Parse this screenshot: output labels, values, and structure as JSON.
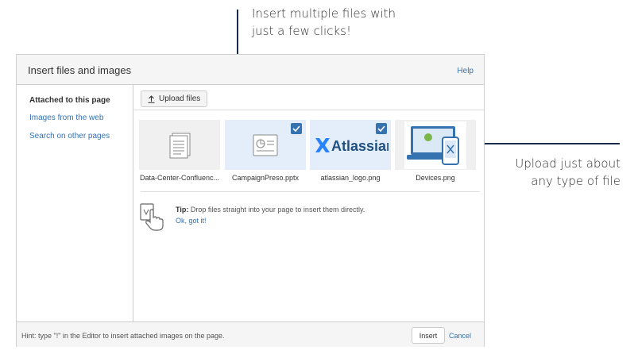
{
  "callouts": {
    "top_line1": "Insert multiple files with",
    "top_line2": "just a few clicks!",
    "right_line1": "Upload just about",
    "right_line2": "any type of file"
  },
  "dialog": {
    "title": "Insert files and images",
    "help": "Help"
  },
  "sidebar": {
    "items": [
      {
        "label": "Attached to this page",
        "active": true
      },
      {
        "label": "Images from the web",
        "active": false
      },
      {
        "label": "Search on other pages",
        "active": false
      }
    ]
  },
  "toolbar": {
    "upload_label": "Upload files"
  },
  "files": [
    {
      "name": "Data-Center-Confluenc...",
      "selected": false,
      "icon": "document-stack-icon"
    },
    {
      "name": "CampaignPreso.pptx",
      "selected": true,
      "icon": "presentation-icon"
    },
    {
      "name": "atlassian_logo.png",
      "selected": true,
      "icon": "atlassian-logo",
      "logo_text": "Atlassian"
    },
    {
      "name": "Devices.png",
      "selected": false,
      "icon": "devices-image"
    }
  ],
  "tip": {
    "label": "Tip:",
    "text": "Drop files straight into your page to insert them directly.",
    "link": "Ok, got it!"
  },
  "footer": {
    "hint": "Hint: type \"!\" in the Editor to insert attached images on the page.",
    "insert": "Insert",
    "cancel": "Cancel"
  },
  "colors": {
    "accent": "#3572b0",
    "callout_line": "#172b4d",
    "selected_bg": "#e4eefa"
  }
}
